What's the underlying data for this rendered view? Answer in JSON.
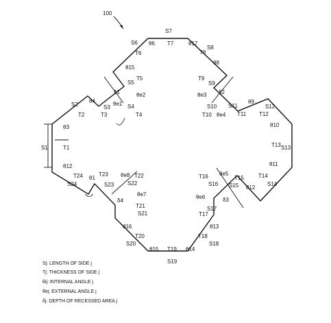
{
  "figure": {
    "ref_number": "100",
    "labels": {
      "S7": "S7",
      "T7": "T7",
      "th6": "θ6",
      "th17": "θ17",
      "S6": "S6",
      "T6": "T6",
      "S8": "S8",
      "T8": "T8",
      "th5": "θ15",
      "th8": "θ8",
      "T5": "T5",
      "S5": "S5",
      "th_e2": "θe2",
      "d1": "δ1",
      "th_e1": "θe1",
      "S4": "S4",
      "T4": "T4",
      "T9": "T9",
      "S9": "S9",
      "d2": "δ2",
      "th_e3": "θe3",
      "S10": "S10",
      "T10": "T10",
      "th_e4": "θe4",
      "S11": "S11",
      "T11": "T11",
      "th9": "θ9",
      "S12": "S12",
      "T12": "T12",
      "th10": "θ10",
      "T13": "T13",
      "S13": "S13",
      "th11": "θ11",
      "T14": "T14",
      "S14": "S14",
      "th12": "θ12",
      "S2": "S2",
      "th4": "θ4",
      "S3": "S3",
      "T2": "T2",
      "T3": "T3",
      "th3": "θ3",
      "S1": "S1",
      "T1": "T1",
      "th12L": "θ12",
      "T24": "T24",
      "S24": "S24",
      "th1": "θ1",
      "T23": "T23",
      "S23": "S23",
      "th_e8": "θe8",
      "T22": "T22",
      "S22": "S22",
      "d4": "δ4",
      "th_e7": "θe7",
      "T21": "T21",
      "S21": "S21",
      "th16": "θ16",
      "T20": "T20",
      "S20": "S20",
      "th15b": "θ15",
      "T19": "T19",
      "S19": "S19",
      "th14": "θ14",
      "S18": "S18",
      "T18": "T18",
      "th13": "θ13",
      "S17": "S17",
      "T17": "T17",
      "th_e6": "θe6",
      "d3": "δ3",
      "T16": "T16",
      "S16": "S16",
      "th_e5": "θe5",
      "T15": "T15",
      "S15": "S15"
    }
  },
  "legend": [
    "Sj: LENGTH OF SIDE j",
    "Tj: THICKNESS OF SIDE j",
    "θij: INTERNAL ANGLE j",
    "θej: EXTERNAL ANGLE j",
    "δj: DEPTH OF RECESSED AREA j"
  ]
}
